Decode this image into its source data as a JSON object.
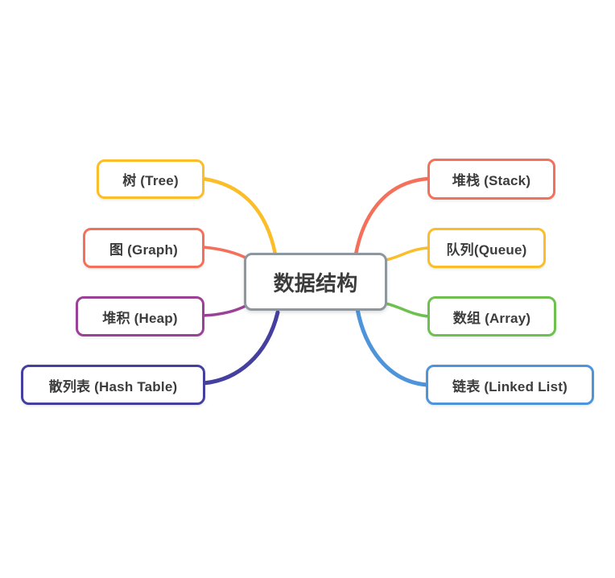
{
  "mindmap": {
    "title": "数据结构",
    "root": {
      "label": "数据结构",
      "border_color": "#8E979E"
    },
    "left_branches": [
      {
        "label": "树 (Tree)",
        "color": "#FBBE28"
      },
      {
        "label": "图 (Graph)",
        "color": "#F4705B"
      },
      {
        "label": "堆积 (Heap)",
        "color": "#9C4198"
      },
      {
        "label": "散列表 (Hash Table)",
        "color": "#453FA0"
      }
    ],
    "right_branches": [
      {
        "label": "堆栈 (Stack)",
        "color": "#F4705B"
      },
      {
        "label": "队列(Queue)",
        "color": "#FBBE28"
      },
      {
        "label": "数组 (Array)",
        "color": "#6EC14F"
      },
      {
        "label": "链表 (Linked List)",
        "color": "#4D94DB"
      }
    ],
    "text_color": "#3C3C3C",
    "background_color": "#FFFFFF"
  }
}
